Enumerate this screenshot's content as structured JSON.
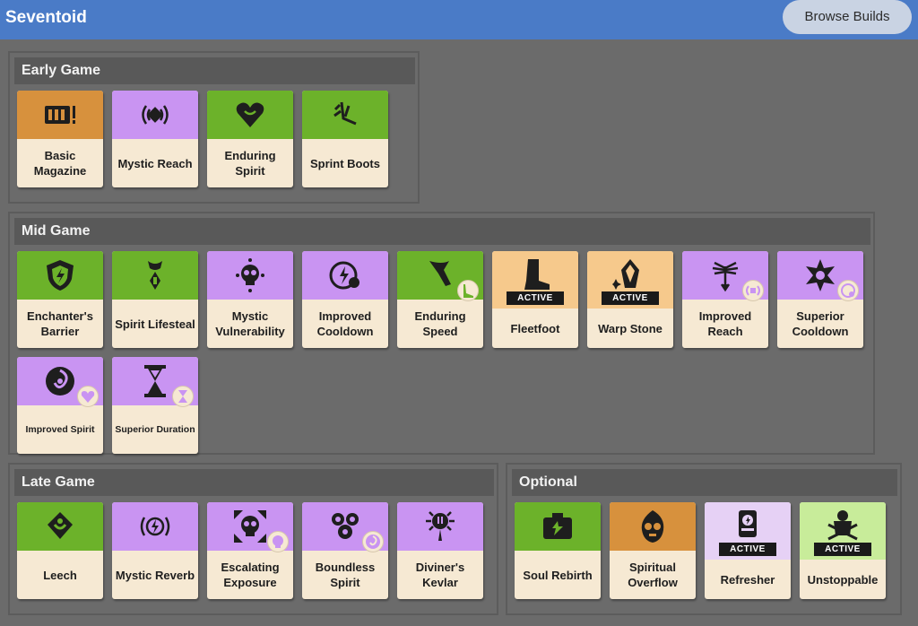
{
  "app": {
    "title": "Seventoid",
    "browse_label": "Browse Builds"
  },
  "colors": {
    "topbar": "#4a7bc7",
    "weapon": "#d7913d",
    "spirit": "#c994f2",
    "vitality": "#6cb22a",
    "active_weapon": "#f6c98c",
    "active_spirit": "#e6d1f5",
    "active_vitality": "#c8ec9a"
  },
  "sections": {
    "early": {
      "title": "Early Game",
      "items": [
        {
          "label": "Basic Magazine",
          "category": "weapon",
          "icon": "magazine-icon"
        },
        {
          "label": "Mystic Reach",
          "category": "spirit",
          "icon": "signal-icon"
        },
        {
          "label": "Enduring Spirit",
          "category": "vitality",
          "icon": "heart-icon"
        },
        {
          "label": "Sprint Boots",
          "category": "vitality",
          "icon": "boot-icon"
        }
      ]
    },
    "mid": {
      "title": "Mid Game",
      "items": [
        {
          "label": "Enchanter's Barrier",
          "category": "vitality",
          "icon": "shield-icon"
        },
        {
          "label": "Spirit Lifesteal",
          "category": "vitality",
          "icon": "lifesteal-icon"
        },
        {
          "label": "Mystic Vulnerability",
          "category": "spirit",
          "icon": "skull-icon"
        },
        {
          "label": "Improved Cooldown",
          "category": "spirit",
          "icon": "cooldown-icon"
        },
        {
          "label": "Enduring Speed",
          "category": "vitality",
          "icon": "wing-icon",
          "badge": "boot-icon"
        },
        {
          "label": "Fleetfoot",
          "category": "weapon",
          "icon": "boot-icon",
          "tag": "ACTIVE"
        },
        {
          "label": "Warp Stone",
          "category": "weapon",
          "icon": "crystal-icon",
          "tag": "ACTIVE"
        },
        {
          "label": "Improved Reach",
          "category": "spirit",
          "icon": "wings-icon",
          "badge": "signal-icon"
        },
        {
          "label": "Superior Cooldown",
          "category": "spirit",
          "icon": "swirl-icon",
          "badge": "cooldown-icon"
        },
        {
          "label": "Improved Spirit",
          "category": "spirit",
          "icon": "spiral-icon",
          "badge": "heart-icon"
        },
        {
          "label": "Superior Duration",
          "category": "spirit",
          "icon": "hourglass-icon",
          "badge": "hourglass-icon"
        }
      ]
    },
    "late": {
      "title": "Late Game",
      "items": [
        {
          "label": "Leech",
          "category": "vitality",
          "icon": "leech-icon"
        },
        {
          "label": "Mystic Reverb",
          "category": "spirit",
          "icon": "reverb-icon"
        },
        {
          "label": "Escalating Exposure",
          "category": "spirit",
          "icon": "skull-frame-icon",
          "badge": "skull-icon"
        },
        {
          "label": "Boundless Spirit",
          "category": "spirit",
          "icon": "orbs-icon",
          "badge": "spiral-icon"
        },
        {
          "label": "Diviner's Kevlar",
          "category": "spirit",
          "icon": "kevlar-icon"
        }
      ]
    },
    "optional": {
      "title": "Optional",
      "items": [
        {
          "label": "Soul Rebirth",
          "category": "vitality",
          "icon": "rebirth-icon"
        },
        {
          "label": "Spiritual Overflow",
          "category": "weapon",
          "icon": "flame-skull-icon"
        },
        {
          "label": "Refresher",
          "category": "spirit",
          "icon": "refresher-icon",
          "tag": "ACTIVE"
        },
        {
          "label": "Unstoppable",
          "category": "vitality",
          "icon": "unstoppable-icon",
          "tag": "ACTIVE"
        }
      ]
    }
  }
}
